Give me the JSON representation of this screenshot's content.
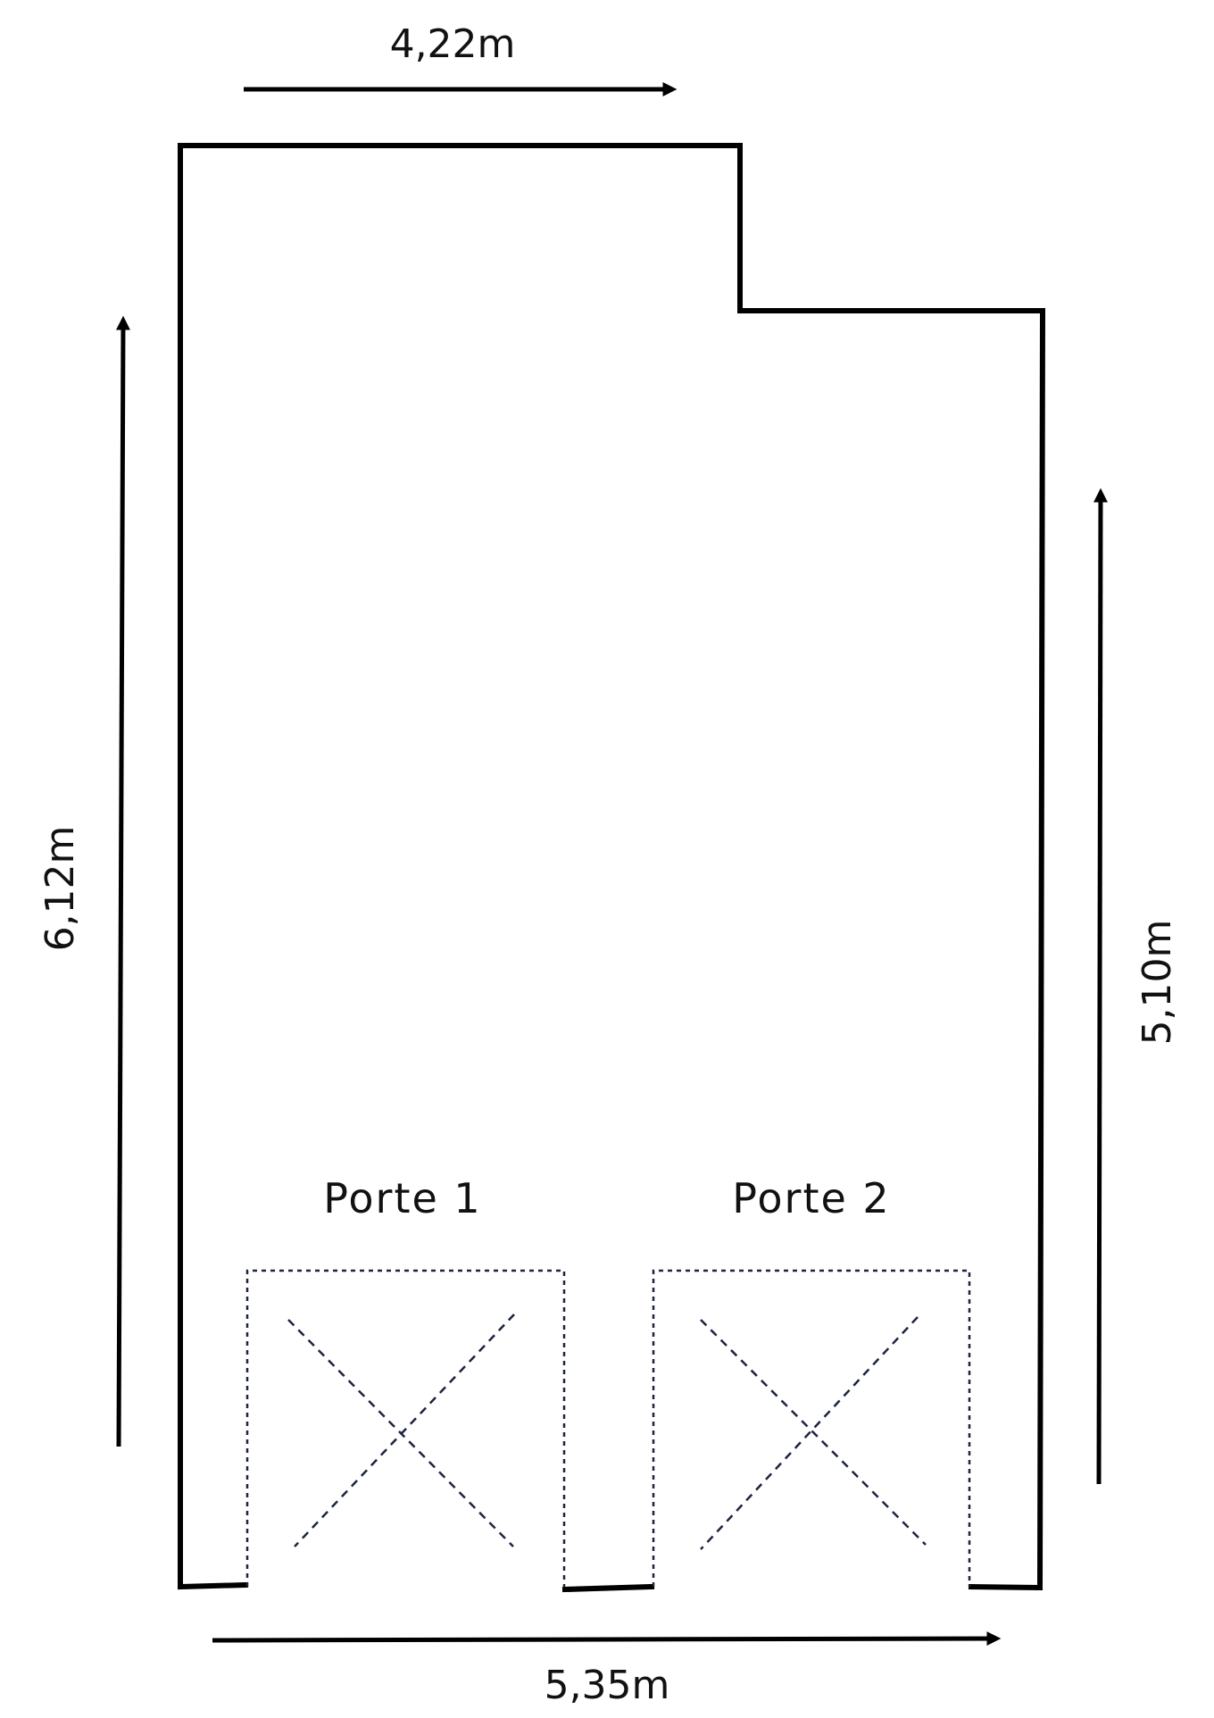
{
  "dimensions": {
    "top": "4,22m",
    "left": "6,12m",
    "right": "5,10m",
    "bottom": "5,35m"
  },
  "doors": [
    {
      "label": "Porte 1"
    },
    {
      "label": "Porte 2"
    }
  ],
  "colors": {
    "wall": "#000000",
    "door_outline": "#1c2440",
    "text": "#111111"
  }
}
